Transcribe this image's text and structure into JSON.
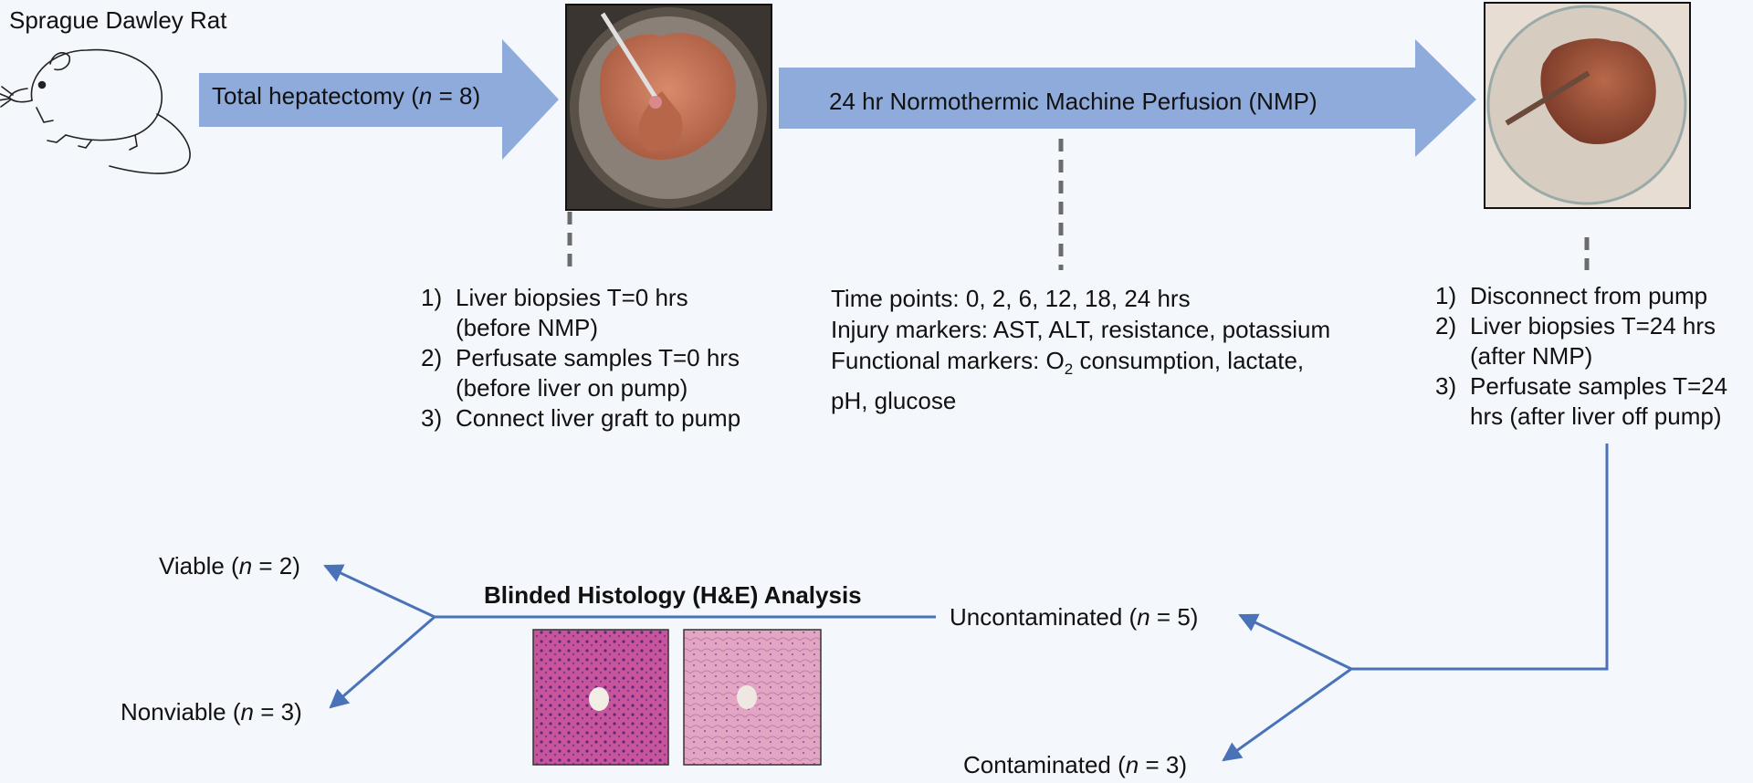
{
  "species_label": "Sprague Dawley Rat",
  "steps": {
    "hepatectomy": {
      "text": "Total hepatectomy (",
      "n_italic": "n",
      "rest": " = 8)"
    },
    "nmp": {
      "text": "24 hr Normothermic Machine Perfusion (NMP)"
    }
  },
  "pre_nmp_list": [
    {
      "num": "1)",
      "lines": [
        "Liver biopsies T=0 hrs",
        "(before NMP)"
      ]
    },
    {
      "num": "2)",
      "lines": [
        "Perfusate samples T=0 hrs",
        "(before liver on pump)"
      ]
    },
    {
      "num": "3)",
      "lines": [
        "Connect liver graft to pump"
      ]
    }
  ],
  "nmp_details": {
    "time_points": "Time points: 0, 2, 6, 12, 18, 24 hrs",
    "injury": "Injury markers: AST, ALT, resistance, potassium",
    "functional_prefix": "Functional markers: O",
    "functional_sub": "2",
    "functional_suffix": " consumption, lactate,",
    "functional_line2": "pH, glucose"
  },
  "post_nmp_list": [
    {
      "num": "1)",
      "lines": [
        "Disconnect from pump"
      ]
    },
    {
      "num": "2)",
      "lines": [
        "Liver biopsies T=24 hrs",
        "(after NMP)"
      ]
    },
    {
      "num": "3)",
      "lines": [
        "Perfusate samples T=24",
        "hrs (after liver off pump)"
      ]
    }
  ],
  "outcomes": {
    "uncontaminated": {
      "label": "Uncontaminated (",
      "n": "n",
      "rest": " = 5)"
    },
    "contaminated": {
      "label": "Contaminated (",
      "n": "n",
      "rest": " = 3)"
    },
    "viable": {
      "label": "Viable (",
      "n": "n",
      "rest": " = 2)"
    },
    "nonviable": {
      "label": "Nonviable (",
      "n": "n",
      "rest": " = 3)"
    }
  },
  "histology_title": "Blinded Histology (H&E) Analysis",
  "colors": {
    "arrow_fill": "#8eabdc",
    "line_blue": "#4a72b8",
    "dash_gray": "#6b6b6b",
    "liver": "#c8765a",
    "histo_dark": "#b8428e",
    "histo_light": "#d890b5"
  },
  "icons": [
    "rat-icon",
    "liver-photo-before",
    "liver-photo-after",
    "histology-viable-image",
    "histology-nonviable-image"
  ]
}
